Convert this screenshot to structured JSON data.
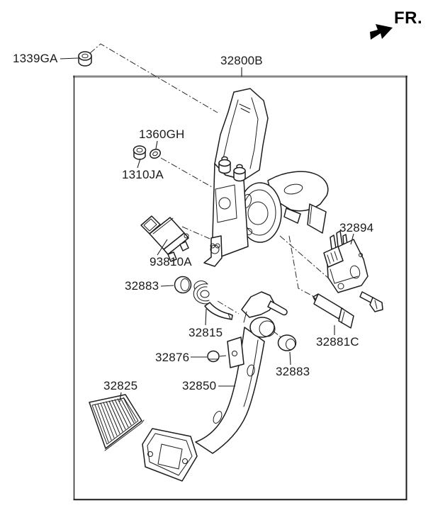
{
  "direction": {
    "label": "FR.",
    "arrow_icon": "arrow-up-right"
  },
  "colors": {
    "background": "#ffffff",
    "line": "#1c1c1c",
    "border_top": "#878787",
    "border_sides": "#1c1c1c",
    "text": "#1a1a1a"
  },
  "part_labels": [
    {
      "text": "1339GA"
    },
    {
      "text": "32800B"
    },
    {
      "text": "1360GH"
    },
    {
      "text": "1310JA"
    },
    {
      "text": "93810A"
    },
    {
      "text": "32883"
    },
    {
      "text": "32815"
    },
    {
      "text": "32876"
    },
    {
      "text": "32825"
    },
    {
      "text": "32850"
    },
    {
      "text": "32883"
    },
    {
      "text": "32881C"
    },
    {
      "text": "32894"
    }
  ]
}
